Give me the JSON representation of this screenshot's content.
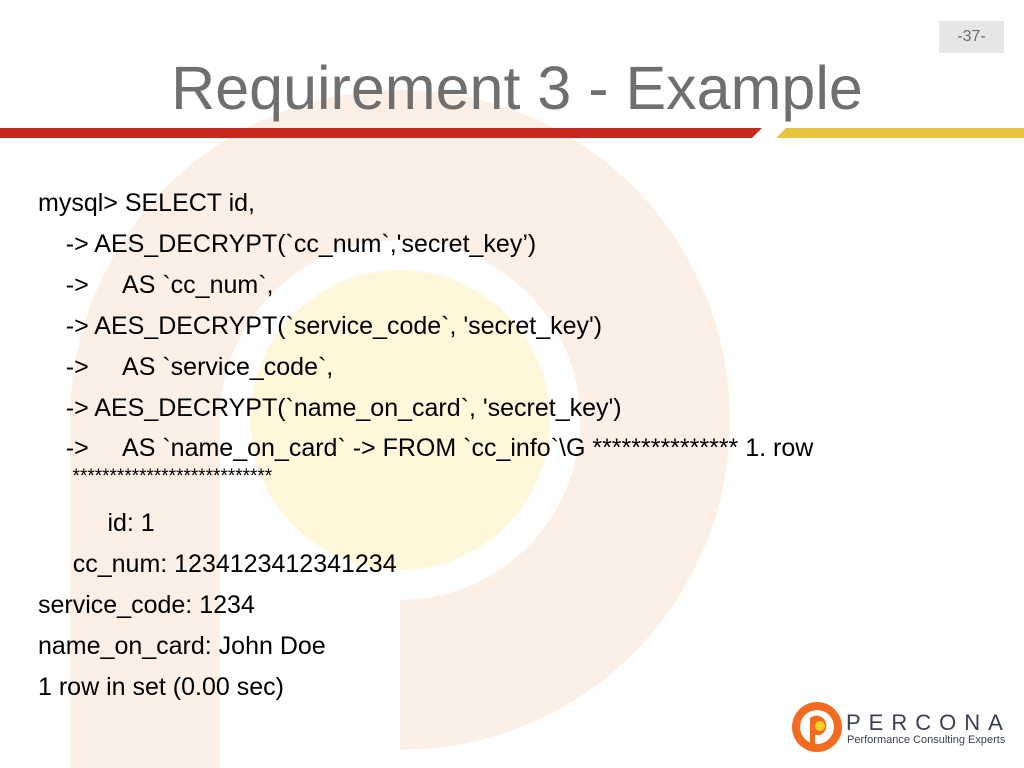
{
  "slide": {
    "number": "-37-",
    "title": "Requirement 3 - Example"
  },
  "code_lines": [
    "mysql> SELECT id,",
    "    -> AES_DECRYPT(`cc_num`,'secret_key’)",
    "    ->     AS `cc_num`,",
    "    -> AES_DECRYPT(`service_code`, 'secret_key')",
    "    ->     AS `service_code`,",
    "    -> AES_DECRYPT(`name_on_card`, 'secret_key')",
    "    ->     AS `name_on_card` -> FROM `cc_info`\\G *************** 1. row",
    "  ***************************",
    "          id: 1",
    "     cc_num: 1234123412341234",
    "service_code: 1234",
    "name_on_card: John Doe",
    "1 row in set (0.00 sec)"
  ],
  "logo": {
    "wordmark": "PERCONA",
    "tagline": "Performance Consulting Experts"
  },
  "colors": {
    "rule_red": "#c8281e",
    "rule_yellow": "#e8c43a",
    "logo_orange": "#f26b21",
    "title_gray": "#6f6f6f"
  }
}
